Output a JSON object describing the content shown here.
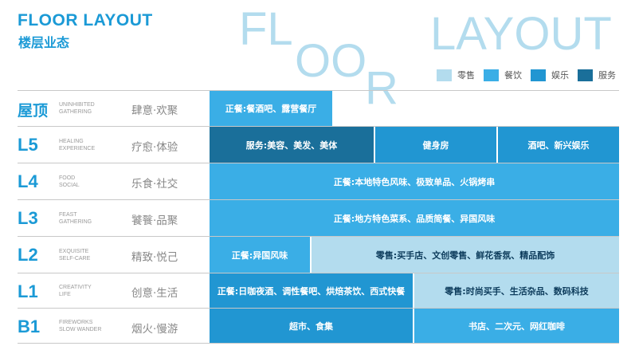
{
  "title": {
    "en": "FLOOR LAYOUT",
    "cn": "楼层业态"
  },
  "decorative": {
    "letters": [
      "FL",
      "OO",
      "R",
      "LAYOUT"
    ]
  },
  "legend": [
    {
      "label": "零售",
      "color": "#b3dcee"
    },
    {
      "label": "餐饮",
      "color": "#3aaee6"
    },
    {
      "label": "娱乐",
      "color": "#2196d2"
    },
    {
      "label": "服务",
      "color": "#1a6f9a"
    }
  ],
  "colors": {
    "accent": "#1b9ad6",
    "retail": "#b3dcee",
    "dining": "#3aaee6",
    "entertainment": "#2196d2",
    "service": "#1a6f9a"
  },
  "floors": [
    {
      "level": "屋顶",
      "en1": "UNINHIBITED",
      "en2": "GATHERING",
      "cn": "肆意·欢聚",
      "cells": [
        {
          "text": "正餐:餐酒吧、露营餐厅",
          "type": "dining"
        }
      ]
    },
    {
      "level": "L5",
      "en1": "HEALING",
      "en2": "EXPERIENCE",
      "cn": "疗愈·体验",
      "cells": [
        {
          "text": "服务:美容、美发、美体",
          "type": "service"
        },
        {
          "text": "健身房",
          "type": "entertainment"
        },
        {
          "text": "酒吧、新兴娱乐",
          "type": "entertainment"
        }
      ]
    },
    {
      "level": "L4",
      "en1": "FOOD",
      "en2": "SOCIAL",
      "cn": "乐食·社交",
      "cells": [
        {
          "text": "正餐:本地特色风味、极致单品、火锅烤串",
          "type": "dining"
        }
      ]
    },
    {
      "level": "L3",
      "en1": "FEAST",
      "en2": "GATHERING",
      "cn": "饕餮·品聚",
      "cells": [
        {
          "text": "正餐:地方特色菜系、品质简餐、异国风味",
          "type": "dining"
        }
      ]
    },
    {
      "level": "L2",
      "en1": "EXQUISITE",
      "en2": "SELF-CARE",
      "cn": "精致·悦己",
      "cells": [
        {
          "text": "正餐:异国风味",
          "type": "dining"
        },
        {
          "text": "零售:买手店、文创零售、鲜花香氛、精品配饰",
          "type": "retail"
        }
      ]
    },
    {
      "level": "L1",
      "en1": "CREATIVITY",
      "en2": "LIFE",
      "cn": "创意·生活",
      "cells": [
        {
          "text": "正餐:日咖夜酒、调性餐吧、烘焙茶饮、西式快餐",
          "type": "entertainment"
        },
        {
          "text": "零售:时尚买手、生活杂品、数码科技",
          "type": "retail"
        }
      ]
    },
    {
      "level": "B1",
      "en1": "FIREWORKS",
      "en2": "SLOW WANDER",
      "cn": "烟火·慢游",
      "cells": [
        {
          "text": "超市、食集",
          "type": "entertainment"
        },
        {
          "text": "书店、二次元、网红咖啡",
          "type": "dining"
        }
      ]
    }
  ]
}
